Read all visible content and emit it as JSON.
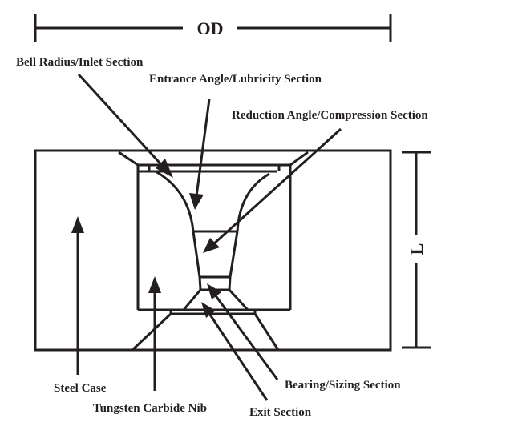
{
  "diagram": {
    "title": "Wire drawing die cross-section",
    "dimensions": {
      "outer_diameter": "OD",
      "length": "L"
    },
    "labels": {
      "bell_radius": "Bell Radius/Inlet Section",
      "entrance_angle": "Entrance Angle/Lubricity Section",
      "reduction_angle": "Reduction Angle/Compression Section",
      "steel_case": "Steel Case",
      "carbide_nib": "Tungsten Carbide Nib",
      "bearing": "Bearing/Sizing Section",
      "exit": "Exit Section"
    },
    "colors": {
      "line": "#231f20",
      "background": "#ffffff"
    }
  }
}
